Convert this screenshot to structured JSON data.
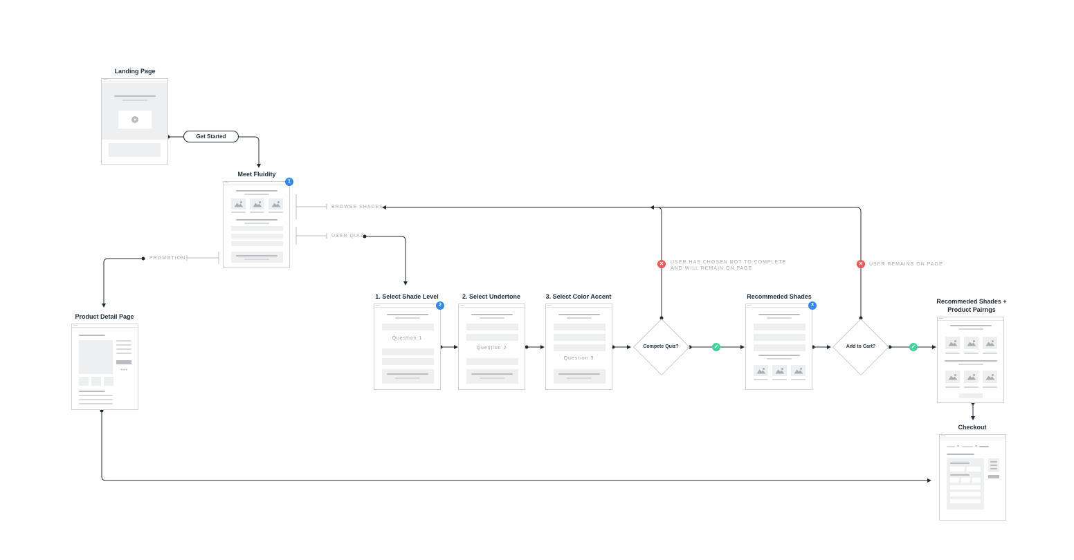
{
  "screens": {
    "landing": {
      "title": "Landing Page"
    },
    "meet": {
      "title": "Meet Fluidity",
      "badge": "1"
    },
    "pdp": {
      "title": "Product Detail Page"
    },
    "shade": {
      "title": "1. Select Shade Level",
      "badge": "2",
      "question": "Question 1"
    },
    "undertone": {
      "title": "2. Select Undertone",
      "question": "Question 2"
    },
    "accent": {
      "title": "3. Select Color Accent",
      "question": "Question 3"
    },
    "recommended": {
      "title": "Recommeded Shades",
      "badge": "3"
    },
    "pairings": {
      "title": "Recommeded Shades + Product Pairngs"
    },
    "checkout": {
      "title": "Checkout"
    }
  },
  "buttons": {
    "get_started": "Get Started"
  },
  "decisions": {
    "quiz": "Compete Quiz?",
    "cart": "Add to Cart?"
  },
  "labels": {
    "browse": "BROWSE SHADES",
    "quiz": "USER QUIZ",
    "promotion": "PROMOTION",
    "not_complete_1": "USER HAS CHOSEN NOT TO COMPLETE",
    "not_complete_2": "AND WILL REMAIN ON PAGE",
    "remains": "USER REMAINS ON PAGE"
  },
  "colors": {
    "line": "#1d2b36",
    "badge": "#2f86f6",
    "no": "#f05454",
    "yes": "#3ed598"
  }
}
